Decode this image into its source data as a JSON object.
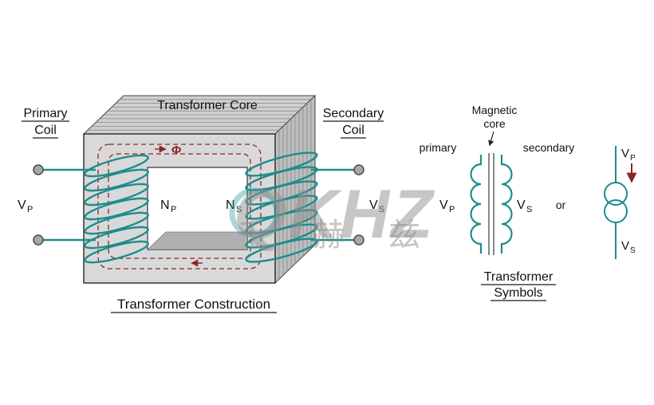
{
  "construction": {
    "primary_coil": {
      "line1": "Primary",
      "line2": "Coil"
    },
    "core_label": "Transformer Core",
    "secondary_coil": {
      "line1": "Secondary",
      "line2": "Coil"
    },
    "flux_symbol": "Φ",
    "np": {
      "main": "N",
      "sub": "P"
    },
    "ns": {
      "main": "N",
      "sub": "S"
    },
    "vp": {
      "main": "V",
      "sub": "P"
    },
    "vs": {
      "main": "V",
      "sub": "S"
    },
    "caption": "Transformer Construction"
  },
  "symbols": {
    "magnetic_core": {
      "line1": "Magnetic",
      "line2": "core"
    },
    "primary_label": "primary",
    "secondary_label": "secondary",
    "vp": {
      "main": "V",
      "sub": "P"
    },
    "vs": {
      "main": "V",
      "sub": "S"
    },
    "or_label": "or",
    "alt_vp": {
      "main": "V",
      "sub": "P"
    },
    "alt_vs": {
      "main": "V",
      "sub": "S"
    },
    "caption": {
      "line1": "Transformer",
      "line2": "Symbols"
    }
  },
  "watermark": {
    "latin": "QKHZ",
    "cjk": "千赫兹"
  },
  "colors": {
    "coil": "#1d8c8c",
    "flux_path": "#8b2525",
    "core_front": "#d9d9d9",
    "core_top": "#cfcfcf",
    "core_side": "#bdbdbd",
    "window_floor": "#b0b0b0",
    "terminal": "#a8a8a8",
    "symbol_core_lines": "#555555",
    "text": "#111111",
    "background": "#ffffff"
  }
}
